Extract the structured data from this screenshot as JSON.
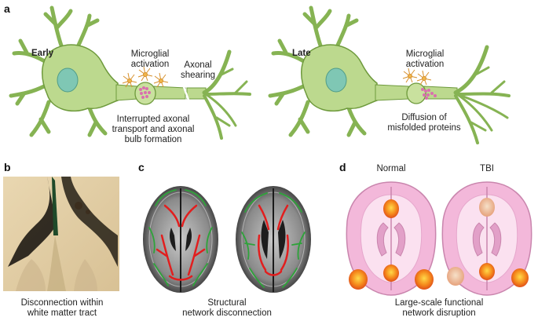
{
  "panels": {
    "a": {
      "label": "a",
      "early": {
        "stage": "Early",
        "microglia": [
          "Microglial",
          "activation"
        ],
        "shearing": [
          "Axonal",
          "shearing"
        ],
        "caption": [
          "Interrupted axonal",
          "transport and axonal",
          "bulb formation"
        ]
      },
      "late": {
        "stage": "Late",
        "microglia": [
          "Microglial",
          "activation"
        ],
        "caption": [
          "Diffusion of",
          "misfolded proteins"
        ]
      }
    },
    "b": {
      "label": "b",
      "caption": [
        "Disconnection within",
        "white matter tract"
      ]
    },
    "c": {
      "label": "c",
      "caption": [
        "Structural",
        "network disconnection"
      ]
    },
    "d": {
      "label": "d",
      "normal": "Normal",
      "tbi": "TBI",
      "caption": [
        "Large-scale functional",
        "network disruption"
      ]
    }
  },
  "colors": {
    "neuron_fill": "#bcd98e",
    "neuron_stroke": "#6e9a3c",
    "dendrite": "#86b353",
    "nucleus": "#7fc7b4",
    "microglia": "#e8a13a",
    "misfolded": "#d96fae",
    "brain_pink": "#f3b8da",
    "brain_light": "#fbe1f0",
    "hub_orange": "#f07a16",
    "tract_red": "#e21e1e",
    "tract_green": "#2ea33a"
  }
}
